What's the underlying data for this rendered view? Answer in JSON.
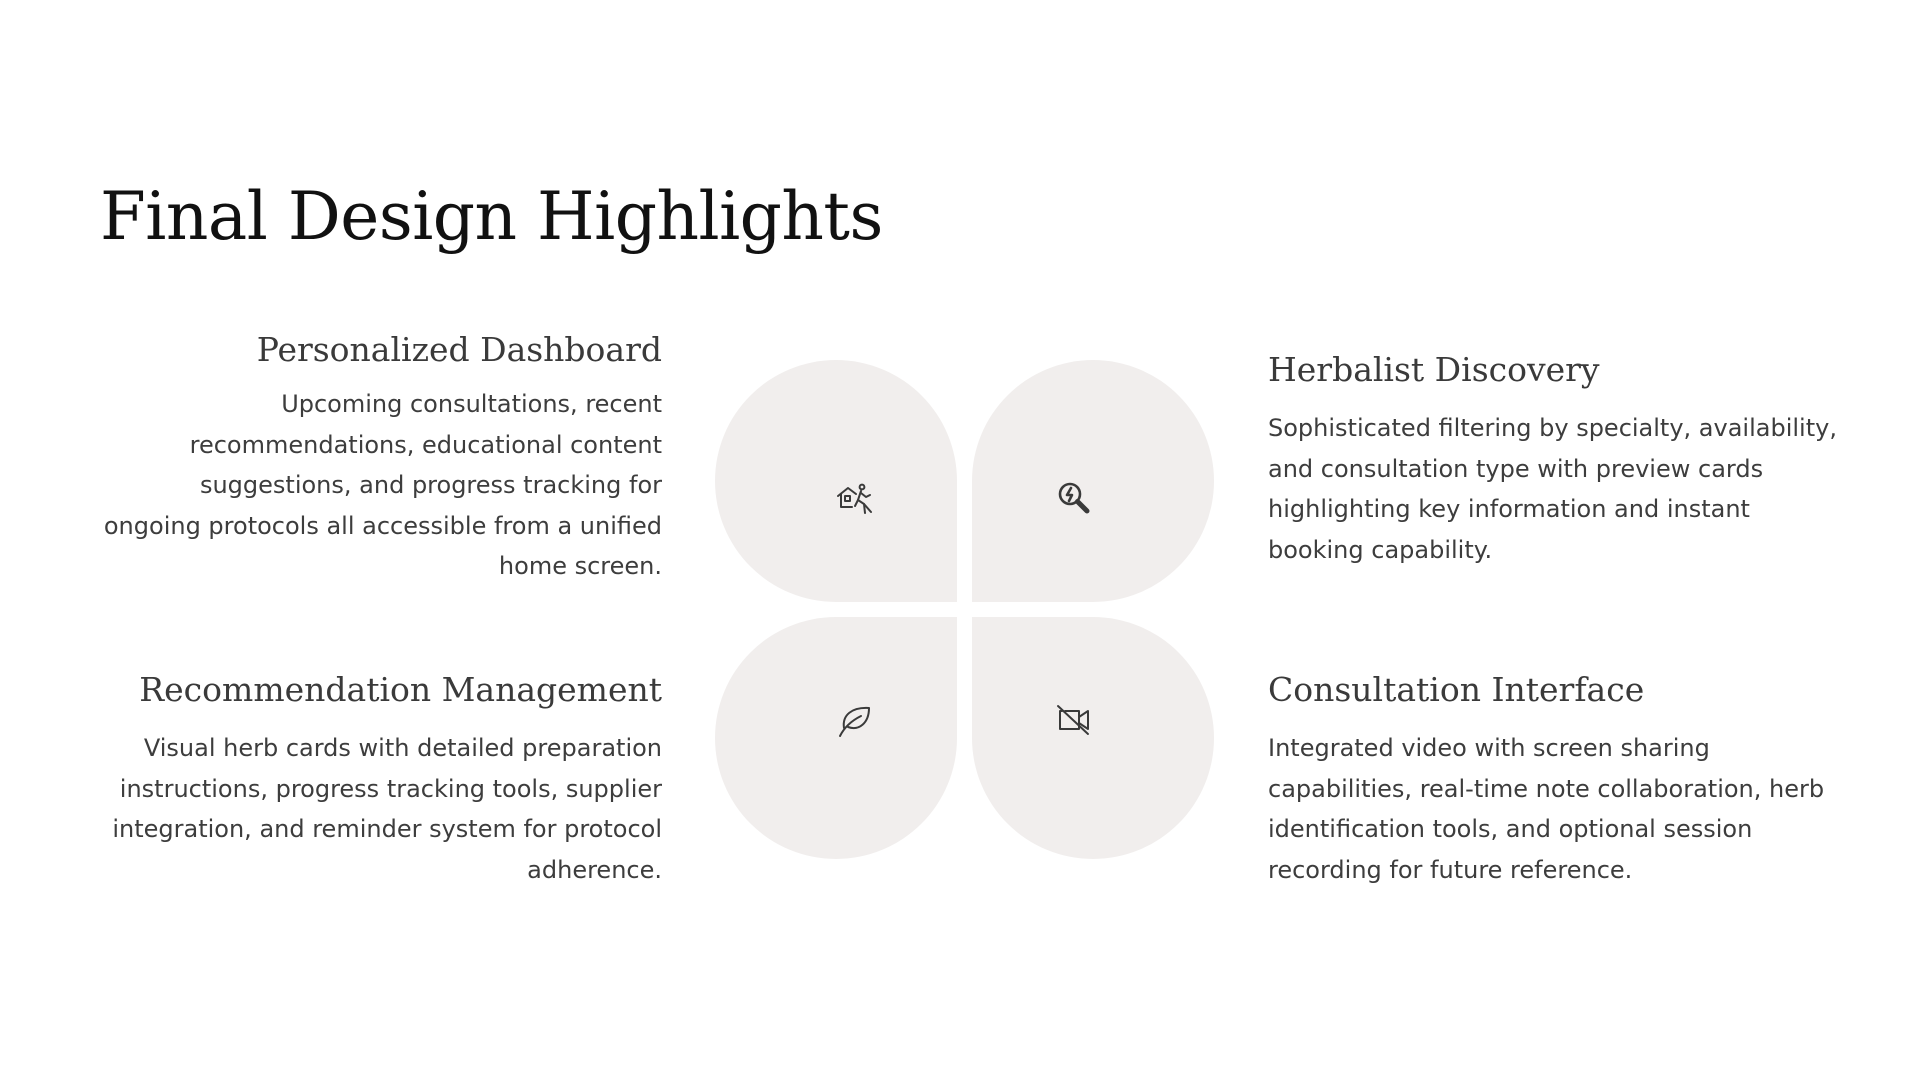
{
  "page": {
    "title": "Final Design Highlights"
  },
  "features": {
    "dashboard": {
      "title": "Personalized Dashboard",
      "description": "Upcoming consultations, recent recommendations, educational content suggestions, and progress tracking for ongoing protocols all accessible from a unified home screen.",
      "icon": "home-person-icon"
    },
    "discovery": {
      "title": "Herbalist Discovery",
      "description": "Sophisticated filtering by specialty, availability, and consultation type with preview cards highlighting key information and instant booking capability.",
      "icon": "search-lightning-icon"
    },
    "recommendation": {
      "title": "Recommendation Management",
      "description": "Visual herb cards with detailed preparation instructions, progress tracking tools, supplier integration, and reminder system for protocol adherence.",
      "icon": "leaf-icon"
    },
    "consultation": {
      "title": "Consultation Interface",
      "description": "Integrated video with screen sharing capabilities, real-time note collaboration, herb identification tools, and optional session recording for future reference.",
      "icon": "video-off-icon"
    }
  },
  "colors": {
    "petal": "#f1eeed",
    "heading": "#111111",
    "text": "#3d3d3d",
    "icon": "#3a3a3a"
  }
}
